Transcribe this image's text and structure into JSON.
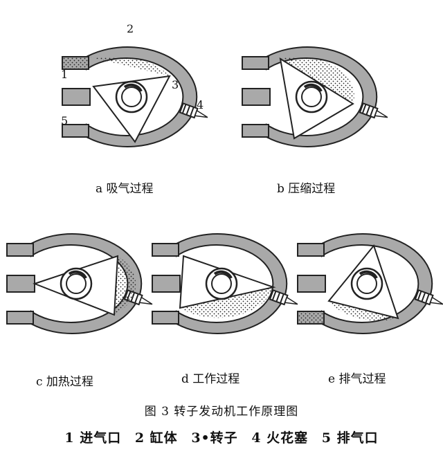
{
  "stages": [
    {
      "label": "a 吸气过程"
    },
    {
      "label": "b 压缩过程"
    },
    {
      "label": "c 加热过程"
    },
    {
      "label": "d 工作过程"
    },
    {
      "label": "e 排气过程"
    }
  ],
  "callouts": {
    "n1": "1",
    "n2": "2",
    "n3": "3",
    "n4": "4",
    "n5": "5"
  },
  "figure_title": "图 3    转子发动机工作原理图",
  "legend": [
    "1 进气口",
    "2 缸体",
    "3•转子",
    "4 火花塞",
    "5 排气口"
  ]
}
